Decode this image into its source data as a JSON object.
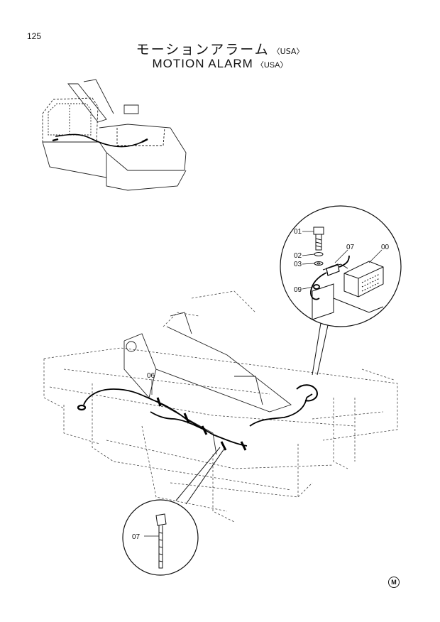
{
  "page_number": "125",
  "title_jp": "モーションアラーム",
  "title_en": "MOTION ALARM",
  "qualifier": "〈USA〉",
  "callouts": {
    "c00": "00",
    "c01": "01",
    "c02": "02",
    "c03": "03",
    "c06": "06",
    "c07_top": "07",
    "c07_bottom": "07",
    "c09": "09"
  },
  "corner_mark": "M"
}
